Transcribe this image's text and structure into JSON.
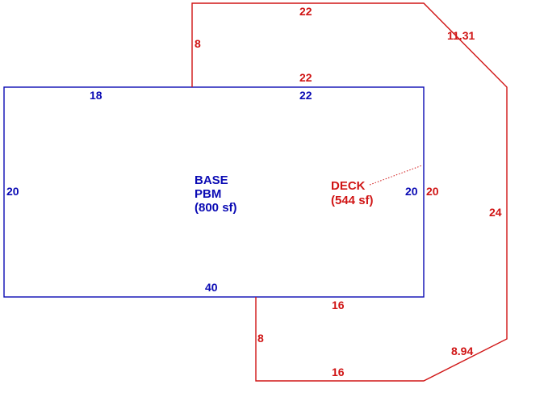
{
  "colors": {
    "base": "#0a0ab4",
    "deck": "#d01515",
    "background": "#ffffff"
  },
  "base": {
    "label_line1": "BASE",
    "label_line2": "PBM",
    "area": "(800 sf)",
    "dims": {
      "top_left": "18",
      "top_right": "22",
      "left": "20",
      "right": "20",
      "bottom": "40"
    }
  },
  "deck": {
    "label": "DECK",
    "area": "(544 sf)",
    "dims": {
      "top": "22",
      "inner_top": "22",
      "upper_left": "8",
      "diagonal_top": "11.31",
      "right": "24",
      "inner_right": "20",
      "diagonal_bottom": "8.94",
      "lower_left": "8",
      "inner_bottom": "16",
      "bottom": "16"
    }
  }
}
